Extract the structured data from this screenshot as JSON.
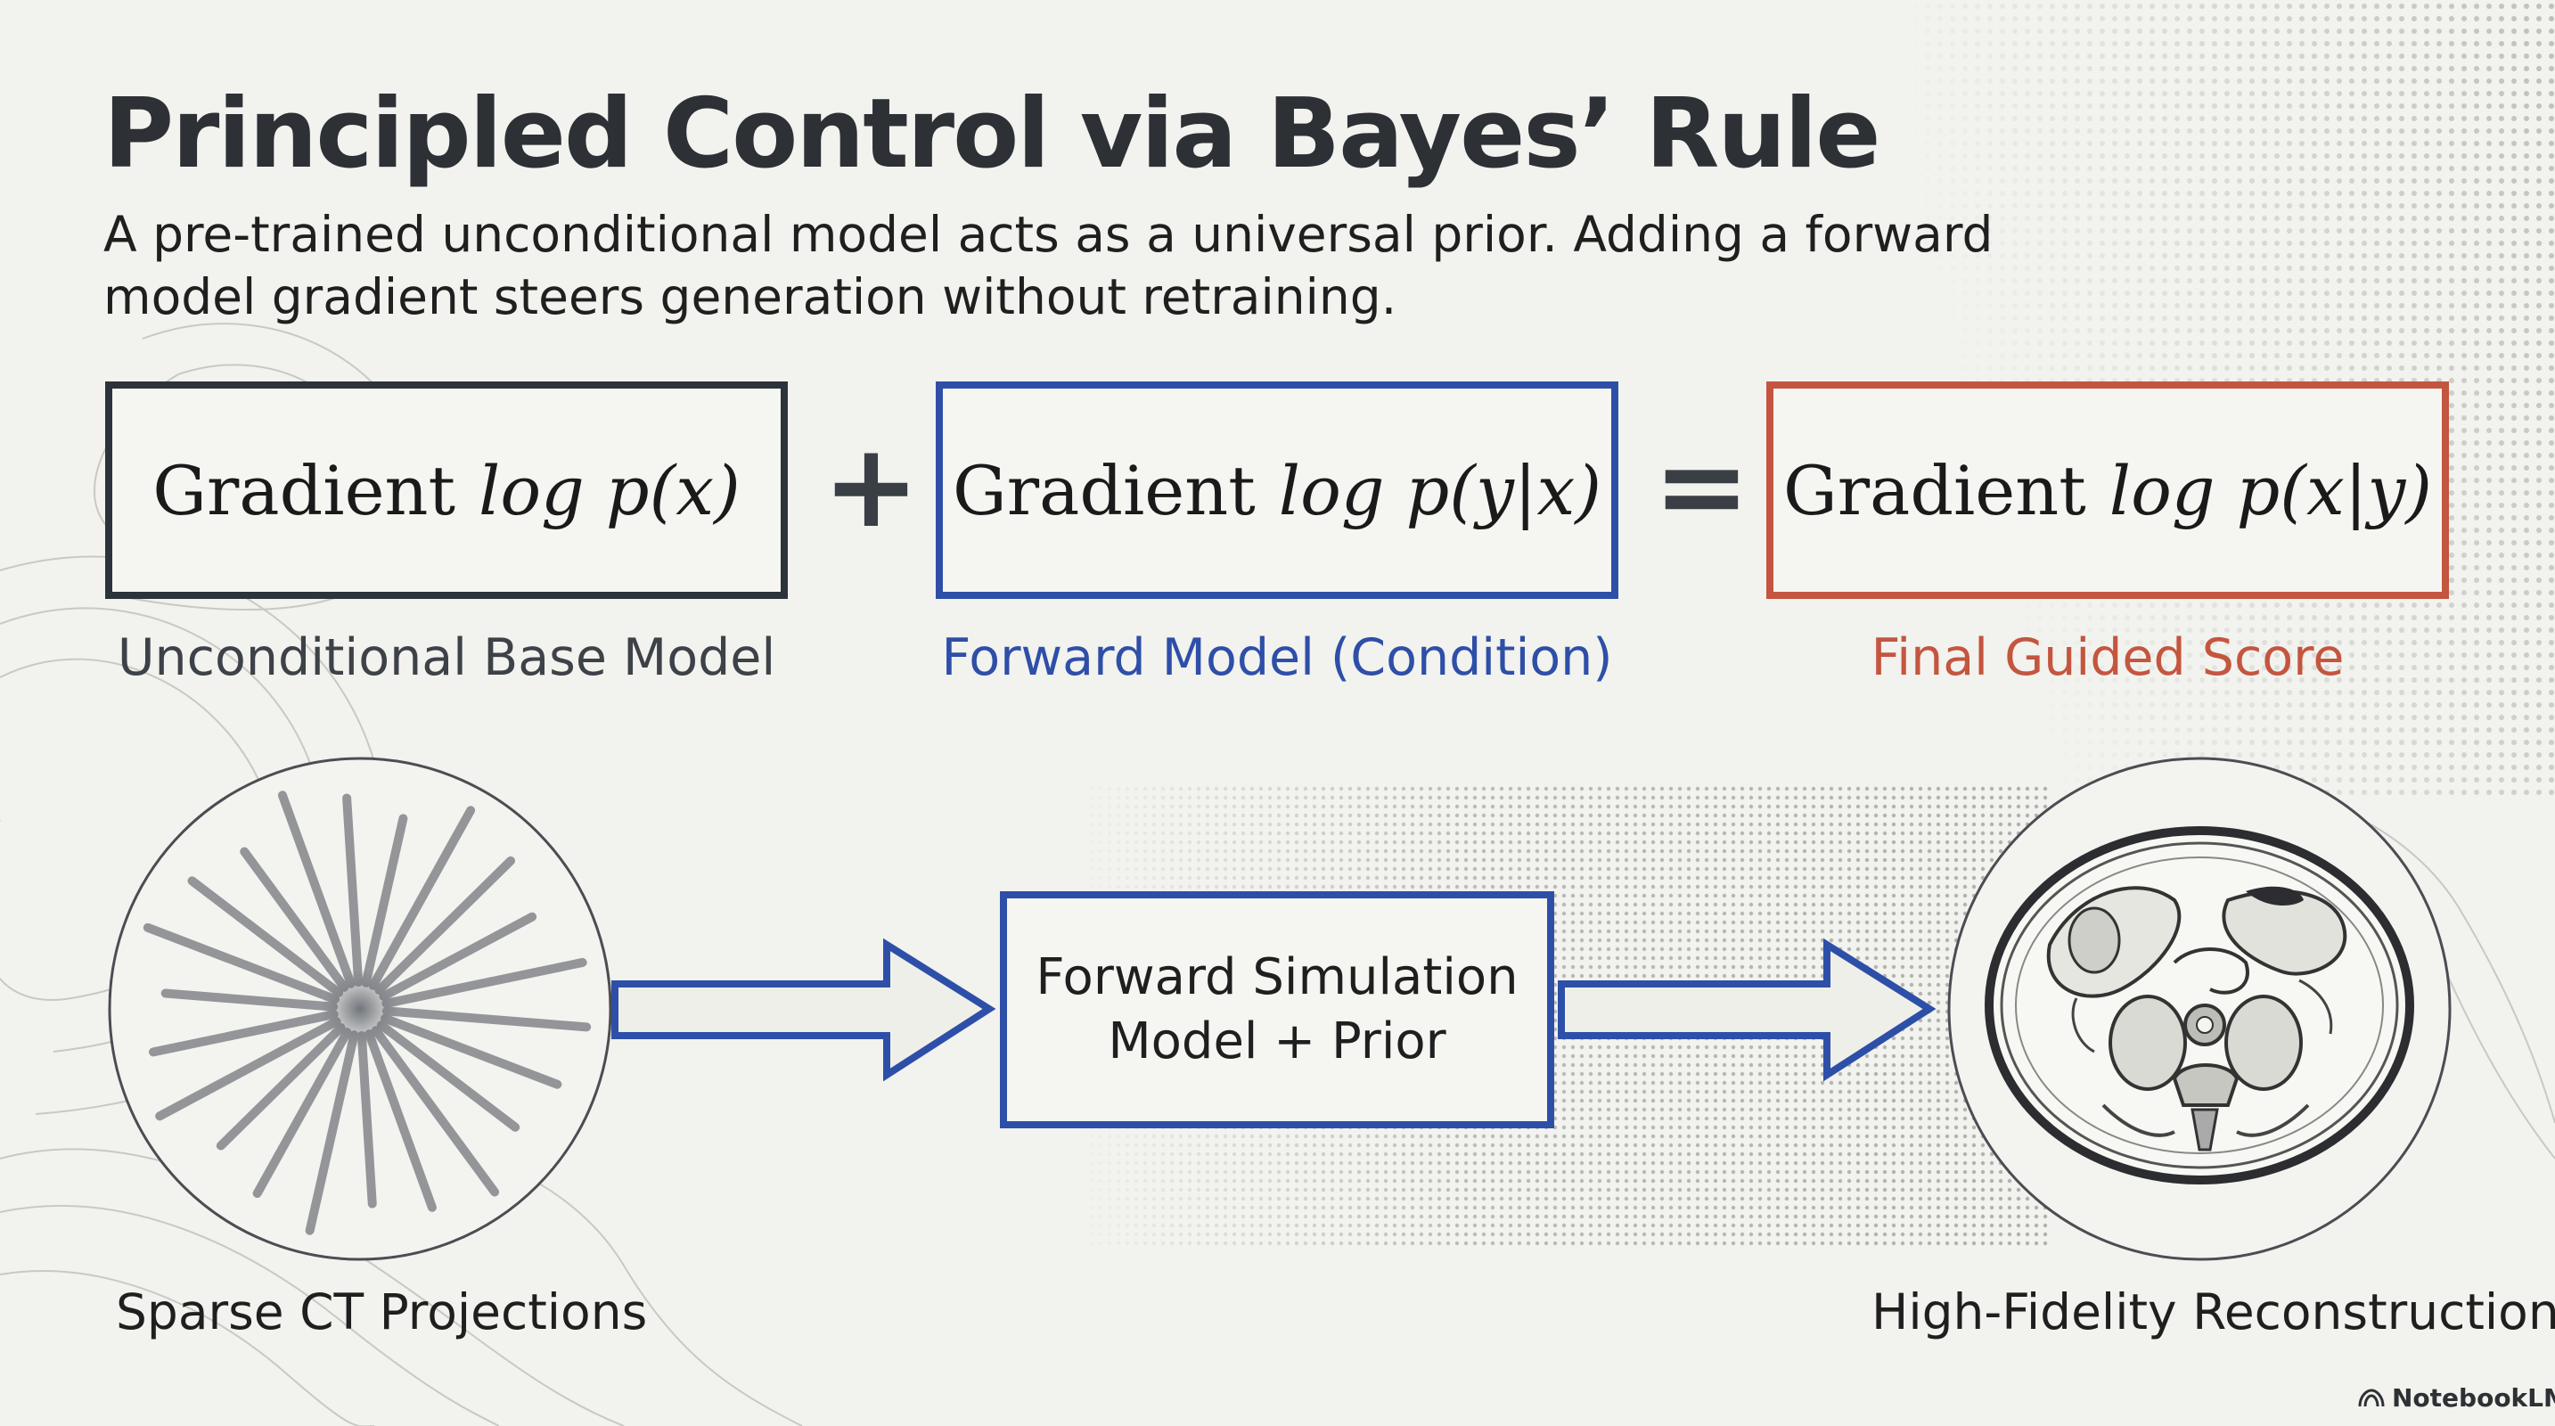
{
  "title": "Principled Control via Bayes’ Rule",
  "subtitle": "A pre-trained unconditional model acts as a universal prior. Adding a forward model gradient steers generation without retraining.",
  "equation": {
    "terms": [
      {
        "label": "Gradient",
        "math": "log p(x)",
        "caption": "Unconditional Base Model"
      },
      {
        "label": "Gradient",
        "math": "log p(y|x)",
        "caption": "Forward Model (Condition)"
      },
      {
        "label": "Gradient",
        "math": "log p(x|y)",
        "caption": "Final Guided Score"
      }
    ],
    "plus": "+",
    "equals": "="
  },
  "pipeline": {
    "input_label": "Sparse CT Projections",
    "process_line1": "Forward Simulation",
    "process_line2": "Model + Prior",
    "output_label": "High-Fidelity Reconstruction"
  },
  "brand": "NotebookLM",
  "colors": {
    "base": "#2c333b",
    "condition": "#2e4fa8",
    "guided": "#c4553f"
  }
}
